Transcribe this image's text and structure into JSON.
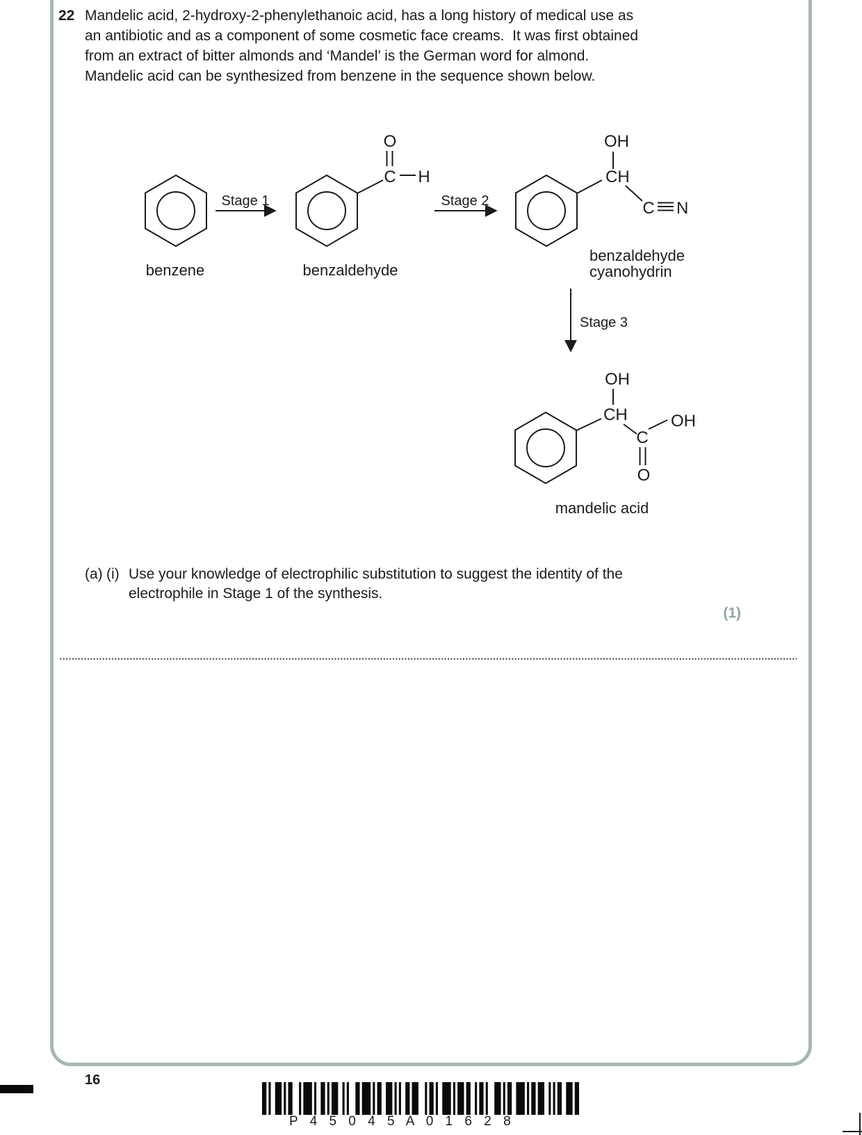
{
  "question": {
    "number": "22",
    "intro_lines": [
      "Mandelic acid, 2-hydroxy-2-phenylethanoic acid, has a long history of medical use as",
      "an antibiotic and as a component of some cosmetic face creams.  It was first obtained",
      "from an extract of bitter almonds and ‘Mandel’ is the German word for almond.",
      "Mandelic acid can be synthesized from benzene in the sequence shown below."
    ],
    "part_a_label": "(a)",
    "part_i_label": "(i)",
    "part_lines": [
      "Use your knowledge of electrophilic substitution to suggest the identity of the",
      "electrophile in Stage 1 of the synthesis."
    ],
    "marks": "(1)"
  },
  "scheme": {
    "stage1_label": "Stage 1",
    "stage2_label": "Stage 2",
    "stage3_label": "Stage 3",
    "labels": {
      "benzene": "benzene",
      "benzaldehyde": "benzaldehyde",
      "cyanohydrin_line1": "benzaldehyde",
      "cyanohydrin_line2": "cyanohydrin",
      "mandelic": "mandelic acid"
    },
    "atoms": {
      "O": "O",
      "C": "C",
      "H": "H",
      "N": "N",
      "OH": "OH",
      "CH": "CH"
    }
  },
  "footer": {
    "page_number": "16",
    "barcode_text": "P 4 5 0 4 5 A 0 1 6 2 8",
    "barcode_pattern": [
      [
        2,
        1
      ],
      [
        1,
        2
      ],
      [
        3,
        1
      ],
      [
        1,
        1
      ],
      [
        2,
        3
      ],
      [
        1,
        1
      ],
      [
        4,
        1
      ],
      [
        1,
        2
      ],
      [
        2,
        1
      ],
      [
        1,
        1
      ],
      [
        3,
        2
      ],
      [
        1,
        1
      ],
      [
        1,
        3
      ],
      [
        2,
        1
      ],
      [
        4,
        1
      ],
      [
        1,
        1
      ],
      [
        2,
        2
      ],
      [
        3,
        1
      ],
      [
        1,
        1
      ],
      [
        1,
        2
      ],
      [
        2,
        1
      ],
      [
        3,
        3
      ],
      [
        1,
        1
      ],
      [
        2,
        1
      ],
      [
        1,
        2
      ],
      [
        4,
        1
      ],
      [
        1,
        1
      ],
      [
        3,
        1
      ],
      [
        2,
        2
      ],
      [
        1,
        1
      ],
      [
        2,
        1
      ],
      [
        1,
        3
      ],
      [
        3,
        1
      ],
      [
        1,
        1
      ],
      [
        2,
        2
      ],
      [
        4,
        1
      ],
      [
        1,
        1
      ],
      [
        2,
        1
      ],
      [
        3,
        2
      ],
      [
        1,
        1
      ],
      [
        1,
        1
      ],
      [
        2,
        2
      ],
      [
        3,
        1
      ],
      [
        2,
        0
      ]
    ]
  },
  "colors": {
    "ink": "#1c1c1c",
    "border": "#aab5b5",
    "marks": "#95a3aa"
  }
}
